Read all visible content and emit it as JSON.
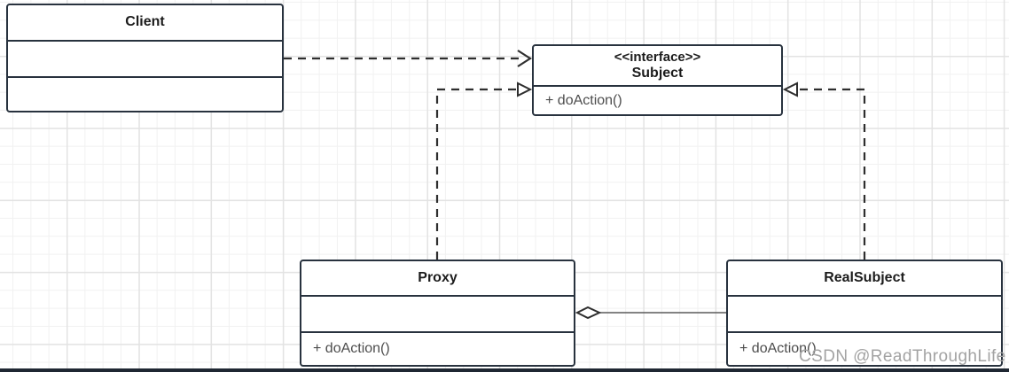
{
  "diagram": {
    "kind": "uml-class-diagram",
    "pattern": "Proxy pattern",
    "classes": {
      "client": {
        "name": "Client"
      },
      "subject": {
        "stereotype": "<<interface>>",
        "name": "Subject",
        "method": "+ doAction()"
      },
      "proxy": {
        "name": "Proxy",
        "method": "+ doAction()"
      },
      "real_subject": {
        "name": "RealSubject",
        "method": "+ doAction()"
      }
    },
    "relationships": [
      {
        "from": "Client",
        "to": "Subject",
        "type": "dependency"
      },
      {
        "from": "Proxy",
        "to": "Subject",
        "type": "realization"
      },
      {
        "from": "RealSubject",
        "to": "Subject",
        "type": "realization"
      },
      {
        "from": "Proxy",
        "to": "RealSubject",
        "type": "aggregation"
      }
    ],
    "watermark": "CSDN @ReadThroughLife"
  },
  "colors": {
    "box_border": "#28323e",
    "box_fill": "#ffffff",
    "title_text": "#1c1c1c",
    "method_text": "#4d4d4d",
    "connector": "#2e2e2e",
    "aggregation_line": "#5a5a5a",
    "watermark": "#a3a3a3",
    "grid_minor": "#f1f1f1",
    "grid_major": "#e3e3e3",
    "bottom_bar": "#1f2732"
  }
}
